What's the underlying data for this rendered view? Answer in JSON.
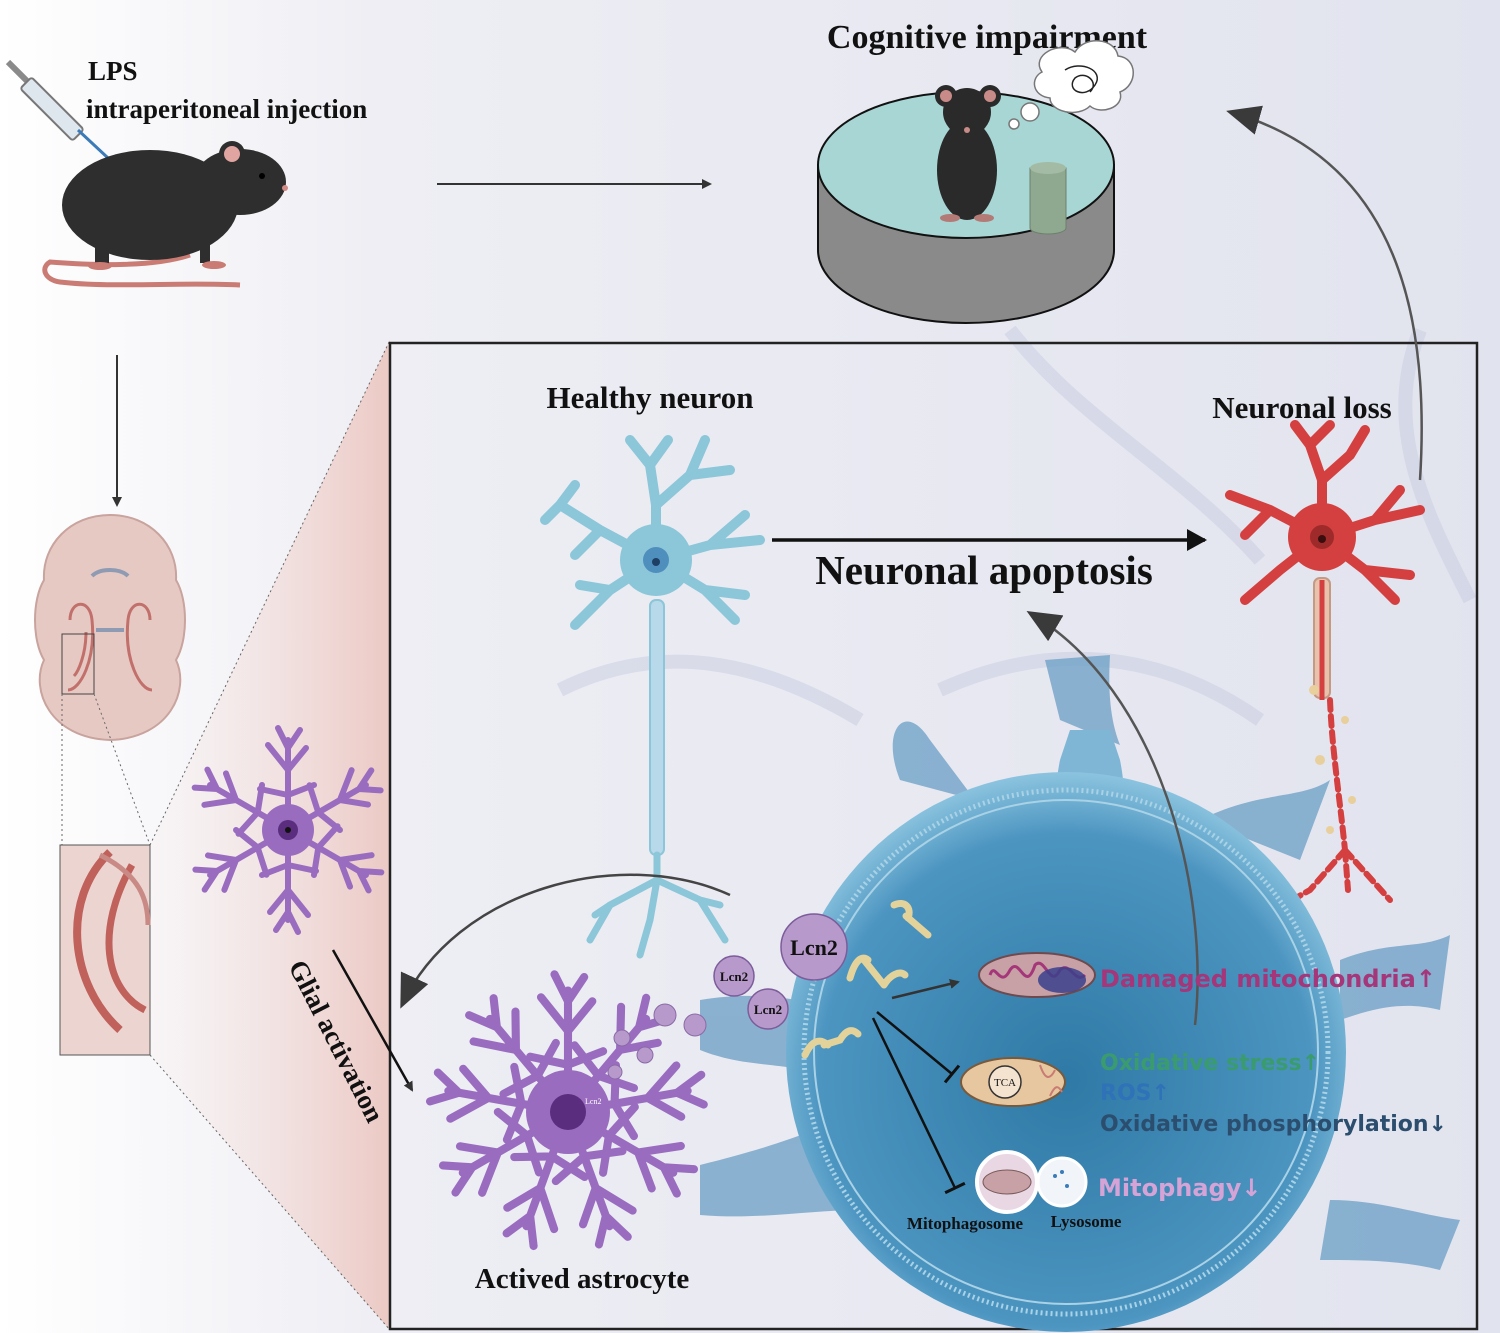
{
  "labels": {
    "injection_line1": "LPS",
    "injection_line2": "intraperitoneal injection",
    "cognitive": "Cognitive impairment",
    "healthy_neuron": "Healthy neuron",
    "neuronal_loss": "Neuronal loss",
    "neuronal_apoptosis": "Neuronal apoptosis",
    "glial_activation": "Glial activation",
    "actived_astrocyte": "Actived astrocyte",
    "lcn2_large": "Lcn2",
    "lcn2_small_a": "Lcn2",
    "lcn2_small_b": "Lcn2",
    "lcn2_nucleus": "Lcn2",
    "tca": "TCA",
    "mitophagosome": "Mitophagosome",
    "lysosome": "Lysosome"
  },
  "effects": {
    "damaged_mito": "Damaged mitochondria↑",
    "oxidative_stress": "Oxidative stress↑",
    "ros": "ROS↑",
    "oxphos": "Oxidative phosphorylation↓",
    "mitophagy": "Mitophagy↓"
  },
  "colors": {
    "damaged_mito": "#a5367a",
    "oxidative_stress": "#3a9b6e",
    "ros": "#2f72b8",
    "oxphos": "#2c4e6e",
    "mitophagy": "#d6a3d6",
    "healthy_neuron": "#8cc6d9",
    "lost_neuron": "#d4403f",
    "astrocyte": "#9a6cc0",
    "cell_body": "#4f97c2"
  }
}
